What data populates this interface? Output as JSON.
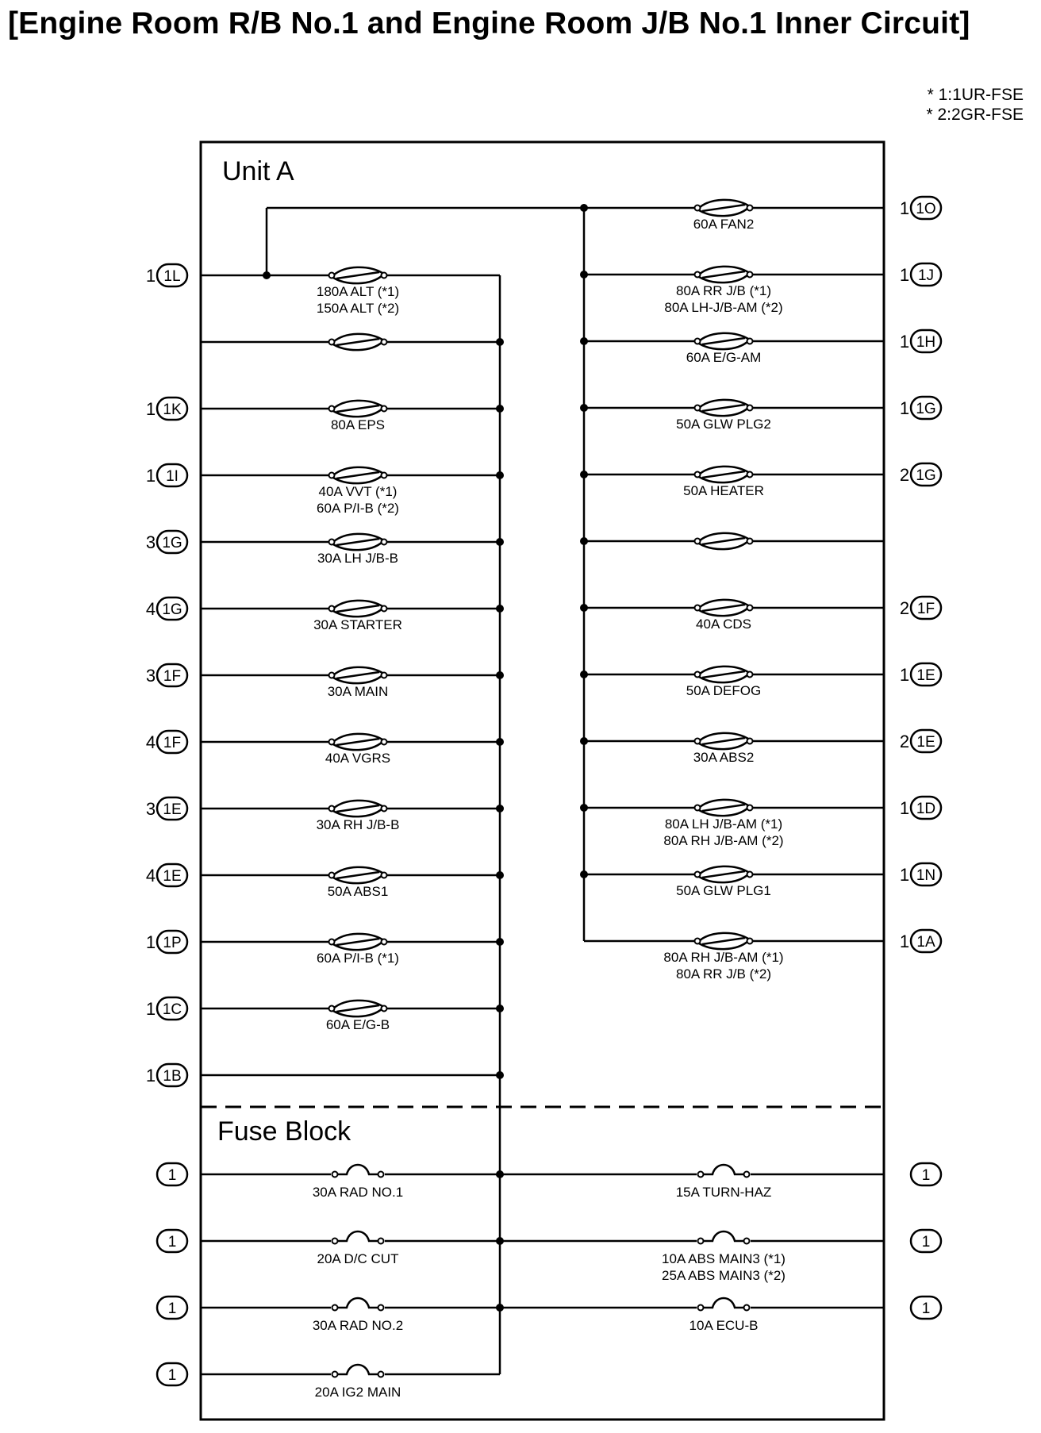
{
  "title": "[Engine Room R/B No.1 and Engine Room J/B No.1 Inner Circuit]",
  "notes": [
    "* 1:1UR-FSE",
    "* 2:2GR-FSE"
  ],
  "sections": {
    "unit_a": "Unit A",
    "fuse_block": "Fuse Block"
  },
  "unit_a_left": [
    {
      "pin": "1",
      "connector": "1L",
      "fuse": [
        "180A ALT (*1)",
        "150A ALT (*2)"
      ]
    },
    {
      "pin": "",
      "connector": "",
      "fuse": []
    },
    {
      "pin": "1",
      "connector": "1K",
      "fuse": [
        "80A EPS"
      ]
    },
    {
      "pin": "1",
      "connector": "1I",
      "fuse": [
        "40A VVT (*1)",
        "60A P/I-B (*2)"
      ]
    },
    {
      "pin": "3",
      "connector": "1G",
      "fuse": [
        "30A LH J/B-B"
      ]
    },
    {
      "pin": "4",
      "connector": "1G",
      "fuse": [
        "30A STARTER"
      ]
    },
    {
      "pin": "3",
      "connector": "1F",
      "fuse": [
        "30A MAIN"
      ]
    },
    {
      "pin": "4",
      "connector": "1F",
      "fuse": [
        "40A VGRS"
      ]
    },
    {
      "pin": "3",
      "connector": "1E",
      "fuse": [
        "30A RH J/B-B"
      ]
    },
    {
      "pin": "4",
      "connector": "1E",
      "fuse": [
        "50A ABS1"
      ]
    },
    {
      "pin": "1",
      "connector": "1P",
      "fuse": [
        "60A P/I-B (*1)"
      ]
    },
    {
      "pin": "1",
      "connector": "1C",
      "fuse": [
        "60A E/G-B"
      ]
    },
    {
      "pin": "1",
      "connector": "1B",
      "fuse": []
    }
  ],
  "unit_a_right": [
    {
      "pin": "1",
      "connector": "1O",
      "fuse": [
        "60A FAN2"
      ]
    },
    {
      "pin": "1",
      "connector": "1J",
      "fuse": [
        "80A RR J/B (*1)",
        "80A LH-J/B-AM (*2)"
      ]
    },
    {
      "pin": "1",
      "connector": "1H",
      "fuse": [
        "60A E/G-AM"
      ]
    },
    {
      "pin": "1",
      "connector": "1G",
      "fuse": [
        "50A GLW PLG2"
      ]
    },
    {
      "pin": "2",
      "connector": "1G",
      "fuse": [
        "50A HEATER"
      ]
    },
    {
      "pin": "",
      "connector": "",
      "fuse": []
    },
    {
      "pin": "2",
      "connector": "1F",
      "fuse": [
        "40A CDS"
      ]
    },
    {
      "pin": "1",
      "connector": "1E",
      "fuse": [
        "50A DEFOG"
      ]
    },
    {
      "pin": "2",
      "connector": "1E",
      "fuse": [
        "30A ABS2"
      ]
    },
    {
      "pin": "1",
      "connector": "1D",
      "fuse": [
        "80A LH J/B-AM (*1)",
        "80A RH J/B-AM (*2)"
      ]
    },
    {
      "pin": "1",
      "connector": "1N",
      "fuse": [
        "50A GLW PLG1"
      ]
    },
    {
      "pin": "1",
      "connector": "1A",
      "fuse": [
        "80A RH J/B-AM (*1)",
        "80A RR J/B (*2)"
      ]
    }
  ],
  "fuse_block_left": [
    {
      "connector": "1",
      "fuse": [
        "30A RAD NO.1"
      ]
    },
    {
      "connector": "1",
      "fuse": [
        "20A D/C CUT"
      ]
    },
    {
      "connector": "1",
      "fuse": [
        "30A RAD NO.2"
      ]
    },
    {
      "connector": "1",
      "fuse": [
        "20A IG2 MAIN"
      ]
    }
  ],
  "fuse_block_right": [
    {
      "connector": "1",
      "fuse": [
        "15A TURN-HAZ"
      ]
    },
    {
      "connector": "1",
      "fuse": [
        "10A ABS MAIN3 (*1)",
        "25A ABS MAIN3 (*2)"
      ]
    },
    {
      "connector": "1",
      "fuse": [
        "10A ECU-B"
      ]
    }
  ]
}
